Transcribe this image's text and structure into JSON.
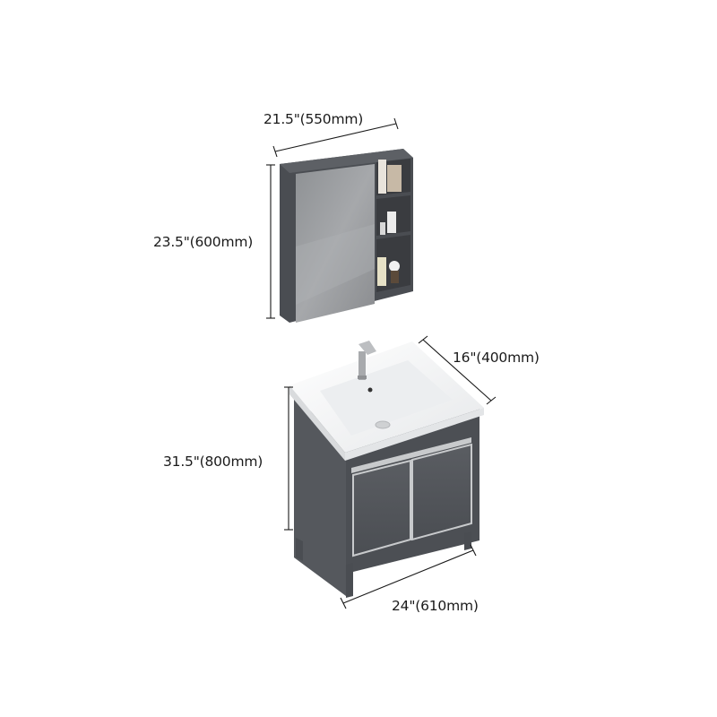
{
  "diagram": {
    "type": "product-dimension-diagram",
    "colors": {
      "cabinet_dark": "#4a4d52",
      "cabinet_mid": "#5c5f64",
      "mirror": "#9a9c9f",
      "ceramic": "#f2f3f4",
      "trim": "#c8cacc",
      "line": "#1a1a1a"
    },
    "mirror_cabinet": {
      "width_label": "21.5\"(550mm)",
      "height_label": "23.5\"(600mm)"
    },
    "vanity": {
      "depth_label": "16\"(400mm)",
      "height_label": "31.5\"(800mm)",
      "width_label": "24\"(610mm)"
    }
  }
}
